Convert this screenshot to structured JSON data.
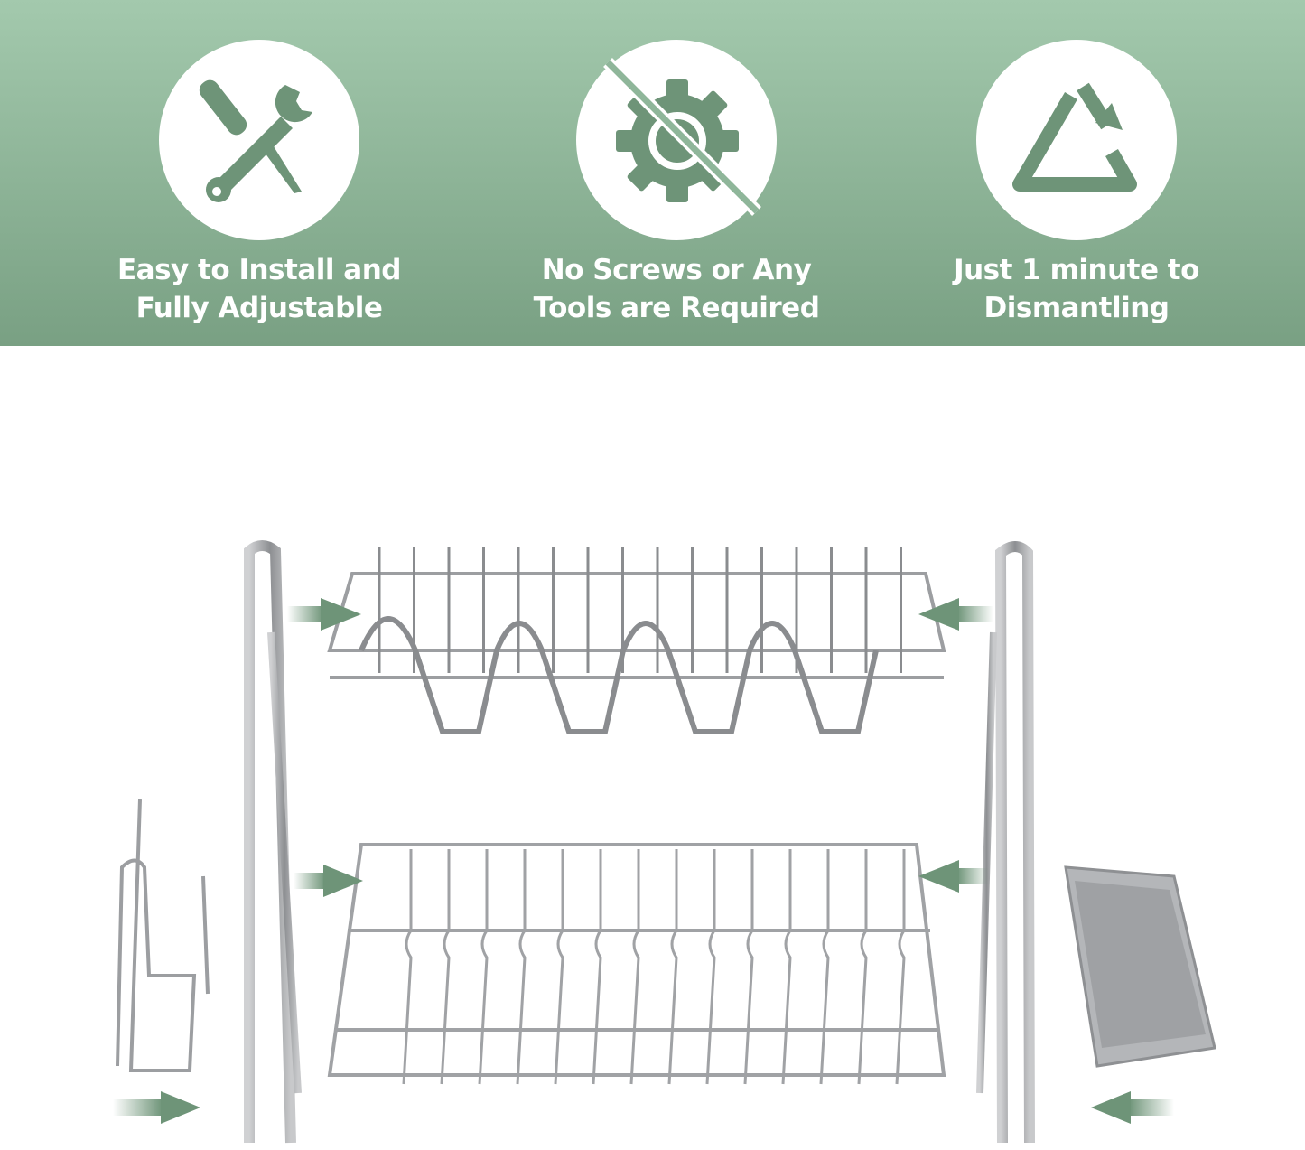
{
  "colors": {
    "banner_top": "#a3c9ad",
    "banner_bottom": "#79a083",
    "icon": "#6e9478",
    "arrow": "#6e9478",
    "metal": "#a9abae"
  },
  "features": [
    {
      "icon": "wrench-screwdriver-icon",
      "line1": "Easy to Install and",
      "line2": "Fully Adjustable"
    },
    {
      "icon": "no-gear-icon",
      "line1": "No Screws or Any",
      "line2": "Tools are Required"
    },
    {
      "icon": "recycle-triangle-icon",
      "line1": "Just 1 minute to",
      "line2": "Dismantling"
    }
  ]
}
